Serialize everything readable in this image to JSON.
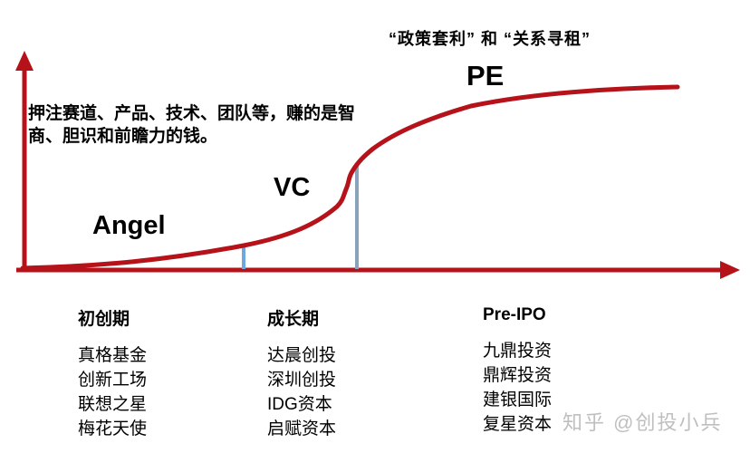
{
  "caption": {
    "text": "“政策套利” 和 “关系寻租”"
  },
  "curve_labels": {
    "angel": "Angel",
    "vc": "VC",
    "pe": "PE"
  },
  "note": {
    "line1": "押注赛道、产品、技术、团队等，赚的是智",
    "line2": "商、胆识和前瞻力的钱。"
  },
  "stages": [
    {
      "header": "初创期",
      "items": [
        "真格基金",
        "创新工场",
        "联想之星",
        "梅花天使"
      ]
    },
    {
      "header": "成长期",
      "items": [
        "达晨创投",
        "深圳创投",
        "IDG资本",
        "启赋资本"
      ]
    },
    {
      "header": "Pre-IPO",
      "items": [
        "九鼎投资",
        "鼎辉投资",
        "建银国际",
        "复星资本"
      ]
    }
  ],
  "watermark": {
    "text": "知乎 @创投小兵"
  },
  "colors": {
    "curve_red": "#b5121a",
    "divider_blue_light": "#6fa8dc",
    "divider_blue_gray": "#8ba3b8",
    "text_black": "#000000",
    "watermark_gray": "#bfbfbf"
  },
  "chart_data": {
    "type": "line",
    "title": "“政策套利” 和 “关系寻租”",
    "description": "Qualitative S-shaped company growth curve over investment stages; no numeric axes shown",
    "curve_stage_labels": [
      "Angel",
      "VC",
      "PE"
    ],
    "stage_divider_x_fraction": [
      0.31,
      0.47
    ],
    "curve_points_fraction_xy": [
      [
        0.0,
        0.0
      ],
      [
        0.31,
        0.13
      ],
      [
        0.42,
        0.35
      ],
      [
        0.47,
        0.58
      ],
      [
        0.63,
        0.9
      ],
      [
        0.78,
        0.97
      ],
      [
        0.92,
        1.0
      ]
    ],
    "stage_columns": [
      {
        "stage": "初创期",
        "firms": [
          "真格基金",
          "创新工场",
          "联想之星",
          "梅花天使"
        ]
      },
      {
        "stage": "成长期",
        "firms": [
          "达晨创投",
          "深圳创投",
          "IDG资本",
          "启赋资本"
        ]
      },
      {
        "stage": "Pre-IPO",
        "firms": [
          "九鼎投资",
          "鼎辉投资",
          "建银国际",
          "复星资本"
        ]
      }
    ],
    "annotation": "押注赛道、产品、技术、团队等，赚的是智商、胆识和前瞻力的钱。",
    "legend_position": "none",
    "grid": false
  }
}
